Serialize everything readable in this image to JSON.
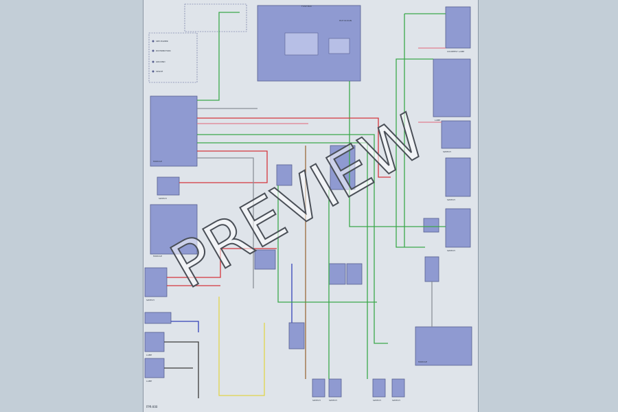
{
  "diagram": {
    "watermark": "PREVIEW",
    "footer_code": "FPR-000",
    "labels": {
      "legend_1": "SEE POWER",
      "legend_2": "DISTRIBUTION",
      "legend_3": "GROUND",
      "legend_4": "SPLICE",
      "fuse_box": "HOT IN RUN",
      "relay_box": "FUSE BOX",
      "comp_right_1": "COURTESY LAMP",
      "comp_right_2": "LAMP",
      "comp_right_3": "SWITCH",
      "comp_right_4": "SWITCH",
      "comp_right_5": "SWITCH",
      "comp_left_1": "MODULE",
      "comp_left_2": "MODULE",
      "comp_left_3": "SWITCH",
      "comp_left_4": "SWITCH",
      "comp_left_5": "LAMP",
      "comp_left_6": "LAMP",
      "bottom_1": "SWITCH",
      "bottom_2": "SWITCH",
      "bottom_3": "SWITCH",
      "bottom_4": "SWITCH",
      "bottom_right": "MODULE"
    }
  }
}
